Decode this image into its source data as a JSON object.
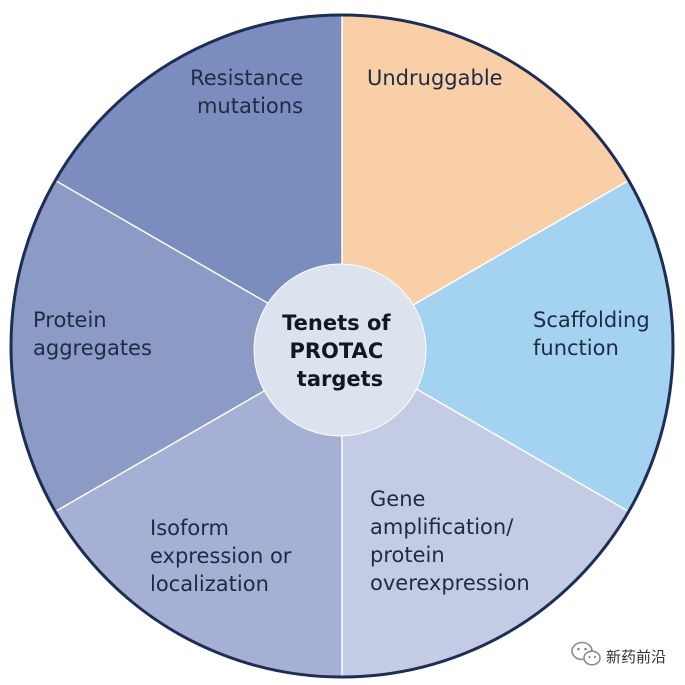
{
  "diagram": {
    "center": {
      "lines": [
        "Tenets of",
        "PROTAC",
        "targets"
      ]
    },
    "segments": [
      {
        "id": "undruggable",
        "lines": [
          "Undruggable"
        ],
        "color": "#f9cfa8"
      },
      {
        "id": "scaffolding-function",
        "lines": [
          "Scaffolding",
          "function"
        ],
        "color": "#a3d3f0"
      },
      {
        "id": "gene-amplification",
        "lines": [
          "Gene",
          "amplification/",
          "protein",
          "overexpression"
        ],
        "color": "#c4cbe5"
      },
      {
        "id": "isoform-expression",
        "lines": [
          "Isoform",
          "expression or",
          "localization"
        ],
        "color": "#a5b0d4"
      },
      {
        "id": "protein-aggregates",
        "lines": [
          "Protein",
          "aggregates"
        ],
        "color": "#8c9bc6"
      },
      {
        "id": "resistance-mutations",
        "lines": [
          "Resistance",
          "mutations"
        ],
        "color": "#7a8dbe"
      }
    ],
    "outline_color": "#1d2d55",
    "center_fill": "#dce3ef"
  },
  "watermark": {
    "text": "新药前沿",
    "icon": "wechat-icon"
  }
}
